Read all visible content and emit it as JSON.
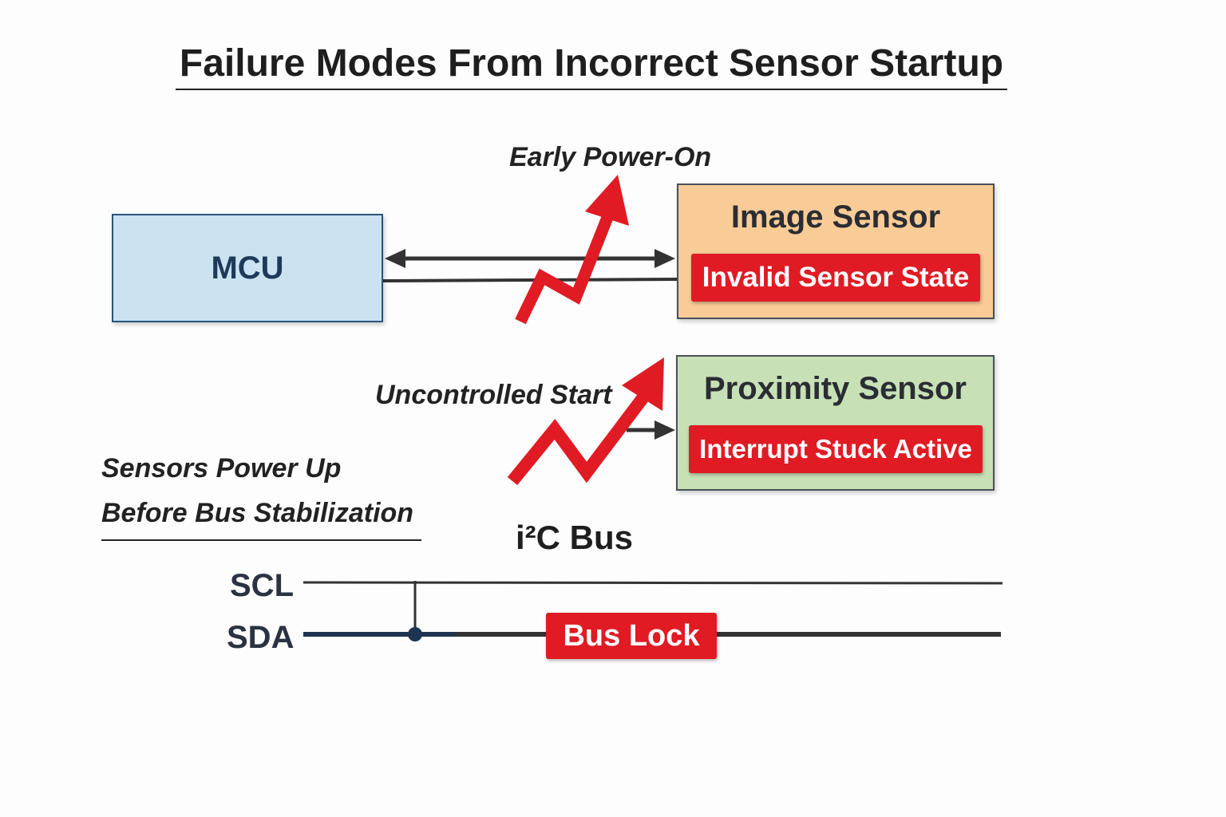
{
  "title": "Failure Modes From Incorrect Sensor Startup",
  "mcu": {
    "label": "MCU"
  },
  "image_sensor": {
    "label": "Image Sensor",
    "fault": "Invalid Sensor State"
  },
  "proximity_sensor": {
    "label": "Proximity Sensor",
    "fault": "Interrupt Stuck Active"
  },
  "annotations": {
    "early_power_on": "Early Power-On",
    "uncontrolled_start": "Uncontrolled Start",
    "note_line1": "Sensors Power Up",
    "note_line2": "Before Bus Stabilization"
  },
  "bus": {
    "title": "i²C Bus",
    "scl": "SCL",
    "sda": "SDA",
    "fault": "Bus Lock"
  },
  "colors": {
    "alert": "#e01b24",
    "mcu": "#cbe2f1",
    "image_sensor": "#f9cb96",
    "proximity_sensor": "#c8e0b6"
  }
}
